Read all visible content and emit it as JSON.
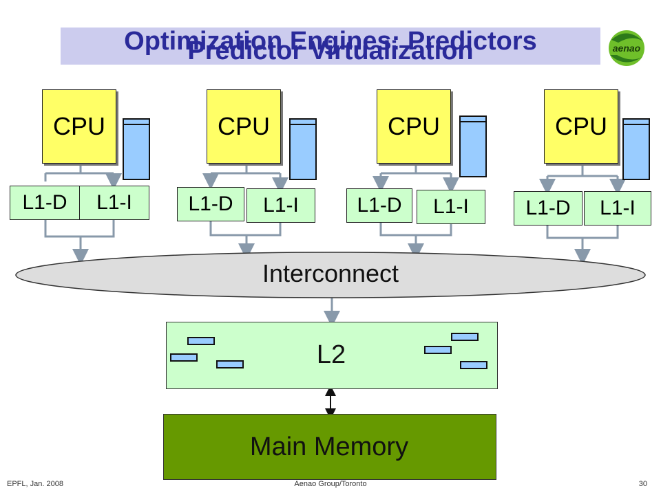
{
  "slide": {
    "title_line1": "Optimization Engines: Predictors",
    "title_line2": "Predictor Virtualization",
    "logo_text": "aenao"
  },
  "diagram": {
    "cpu_label": "CPU",
    "l1d_label": "L1-D",
    "l1i_label": "L1-I",
    "interconnect_label": "Interconnect",
    "l2_label": "L2",
    "memory_label": "Main Memory"
  },
  "footer": {
    "left": "EPFL, Jan. 2008",
    "center": "Aenao Group/Toronto",
    "page": "30"
  },
  "colors": {
    "title_band": "#ccccee",
    "title_text": "#2a2a9a",
    "cpu": "#ffff66",
    "cache": "#ccffcc",
    "predictor": "#99ccff",
    "interconnect": "#dddddd",
    "main_memory": "#669900"
  }
}
